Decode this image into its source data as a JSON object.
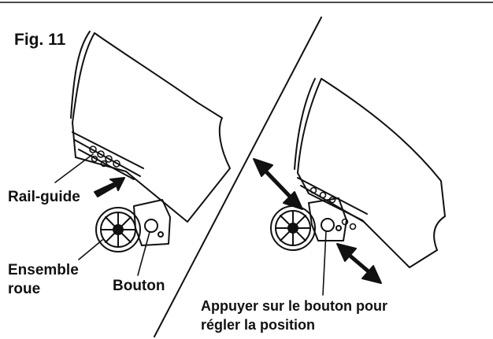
{
  "figure": {
    "title": "Fig. 11",
    "labels": {
      "rail_guide": "Rail-guide",
      "ensemble_line1": "Ensemble",
      "ensemble_line2": "roue",
      "bouton": "Bouton",
      "appuyer_line1": "Appuyer sur le bouton pour",
      "appuyer_line2": "régler la position"
    },
    "colors": {
      "ink": "#111111",
      "background": "#ffffff"
    }
  }
}
